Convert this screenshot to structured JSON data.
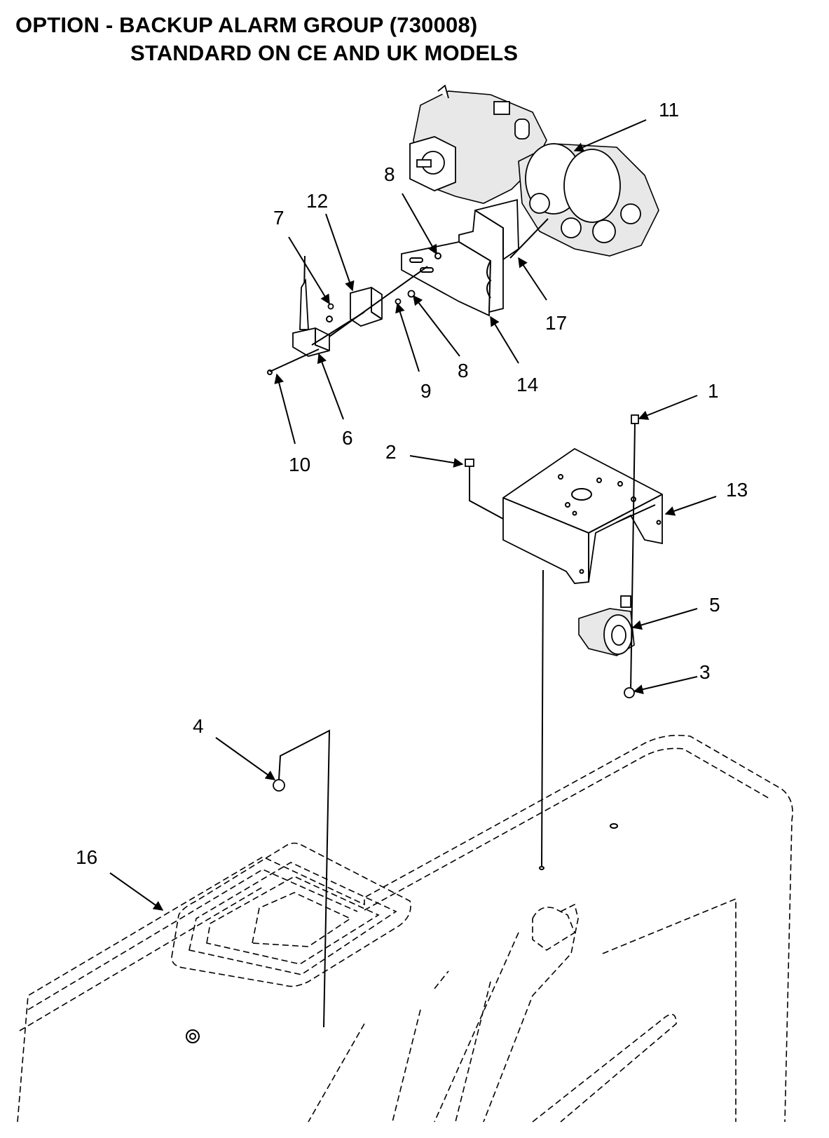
{
  "title": {
    "line1": "OPTION - BACKUP ALARM GROUP (730008)",
    "line2": "STANDARD ON CE AND UK MODELS"
  },
  "callouts": [
    {
      "id": "c1",
      "label": "1"
    },
    {
      "id": "c2",
      "label": "2"
    },
    {
      "id": "c3",
      "label": "3"
    },
    {
      "id": "c4",
      "label": "4"
    },
    {
      "id": "c5",
      "label": "5"
    },
    {
      "id": "c6",
      "label": "6"
    },
    {
      "id": "c7",
      "label": "7"
    },
    {
      "id": "c8a",
      "label": "8"
    },
    {
      "id": "c8b",
      "label": "8"
    },
    {
      "id": "c9",
      "label": "9"
    },
    {
      "id": "c10",
      "label": "10"
    },
    {
      "id": "c11",
      "label": "11"
    },
    {
      "id": "c12",
      "label": "12"
    },
    {
      "id": "c13",
      "label": "13"
    },
    {
      "id": "c14",
      "label": "14"
    },
    {
      "id": "c16",
      "label": "16"
    },
    {
      "id": "c17",
      "label": "17"
    }
  ]
}
